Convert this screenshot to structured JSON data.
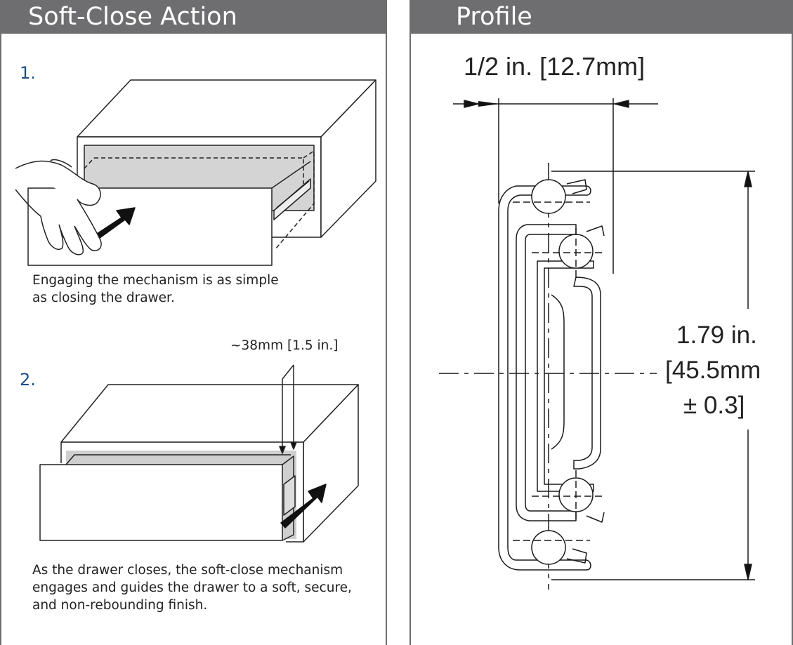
{
  "left_panel": {
    "title": "Soft-Close Action",
    "step1": {
      "number": "1.",
      "caption_lines": [
        "Engaging the mechanism is as simple",
        "as closing the drawer."
      ]
    },
    "step2": {
      "number": "2.",
      "distance_label": "~38mm [1.5 in.]",
      "caption_lines": [
        "As the drawer closes, the soft-close mechanism",
        "engages and guides the drawer to a soft, secure,",
        "and non-rebounding finish."
      ]
    }
  },
  "right_panel": {
    "title": "Profile",
    "width_label": "1/2 in. [12.7mm]",
    "height_label_lines": [
      "1.79 in.",
      "[45.5mm",
      "± 0.3]"
    ]
  },
  "colors": {
    "header_bg": "#6e6e70",
    "header_text": "#ffffff",
    "step_number": "#1f4f86",
    "line": "#222222"
  }
}
